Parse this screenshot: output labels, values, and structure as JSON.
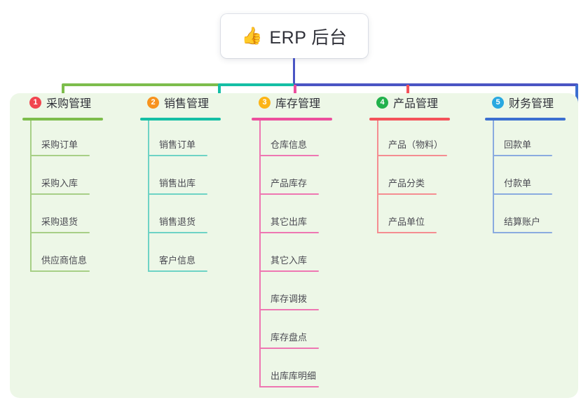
{
  "root": {
    "icon": "thumbs-up-icon",
    "emoji": "👍",
    "title": "ERP 后台"
  },
  "colors": {
    "panel_bg": "#edf7e7",
    "root_stem": "#4a55c4",
    "bus_left": "#7dbd4c",
    "bus_mid": "#15bfa5",
    "bus_right": "#4a55c4",
    "text": "#2f3038",
    "item_text": "#4a4a52"
  },
  "columns": [
    {
      "number": "1",
      "title": "采购管理",
      "badge_color": "#f1454f",
      "line_color": "#7dbd4c",
      "item_line_color": "#a7cf86",
      "trunk_color": "#a7cf86",
      "items": [
        "采购订单",
        "采购入库",
        "采购退货",
        "供应商信息"
      ]
    },
    {
      "number": "2",
      "title": "销售管理",
      "badge_color": "#f7931e",
      "line_color": "#15bfa5",
      "item_line_color": "#6ed3c5",
      "trunk_color": "#6ed3c5",
      "items": [
        "销售订单",
        "销售出库",
        "销售退货",
        "客户信息"
      ]
    },
    {
      "number": "3",
      "title": "库存管理",
      "badge_color": "#fcb415",
      "line_color": "#ec4f9d",
      "item_line_color": "#ee77b2",
      "trunk_color": "#ee77b2",
      "items": [
        "仓库信息",
        "产品库存",
        "其它出库",
        "其它入库",
        "库存调拨",
        "库存盘点",
        "出库库明细"
      ]
    },
    {
      "number": "4",
      "title": "产品管理",
      "badge_color": "#22b14c",
      "line_color": "#f4525a",
      "item_line_color": "#f58d91",
      "trunk_color": "#f58d91",
      "items": [
        "产品（物料）",
        "产品分类",
        "产品单位"
      ]
    },
    {
      "number": "5",
      "title": "财务管理",
      "badge_color": "#29a8e0",
      "line_color": "#3c6fd0",
      "item_line_color": "#8aabdf",
      "trunk_color": "#8aabdf",
      "items": [
        "回款单",
        "付款单",
        "结算账户"
      ]
    }
  ]
}
